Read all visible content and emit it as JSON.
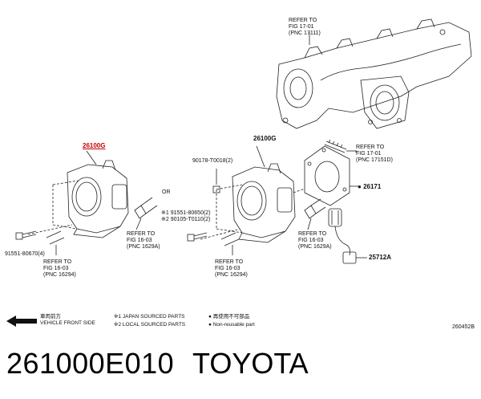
{
  "labels": {
    "part_highlight": "26100G",
    "part_main": "26100G",
    "p90178": "90178-T0018(2)",
    "or": "OR",
    "p91551_80650": "※1 91551-80650(2)",
    "p90105": "※2 90105-T0110(2)",
    "p91551_80670": "91551-80670(4)",
    "p26171": "26171",
    "p25712A": "25712A",
    "diagram_id": "260452B"
  },
  "refs": {
    "top": "REFER TO\nFIG 17-01\n(PNC 17111)",
    "right": "REFER TO\nFIG 17-01\n(PNC 17151D)",
    "left_mid": "REFER TO\nFIG 16-03\n(PNC 1629A)",
    "left_bottom": "REFER TO\nFIG 16-03\n(PNC 16294)",
    "right_mid": "REFER TO\nFIG 16-03\n(PNC 1629A)",
    "center_bottom": "REFER TO\nFIG 16-03\n(PNC 16294)"
  },
  "legend": {
    "front_jp": "車両前方",
    "front_en": "VEHICLE FRONT SIDE",
    "note1": "※1 JAPAN SOURCED PARTS",
    "note2": "※2 LOCAL SOURCED PARTS",
    "nonreuse_jp": "● 再使用不可部品",
    "nonreuse_en": "● Non-reusable part"
  },
  "footer": {
    "part_number": "261000E010",
    "brand": "TOYOTA"
  }
}
